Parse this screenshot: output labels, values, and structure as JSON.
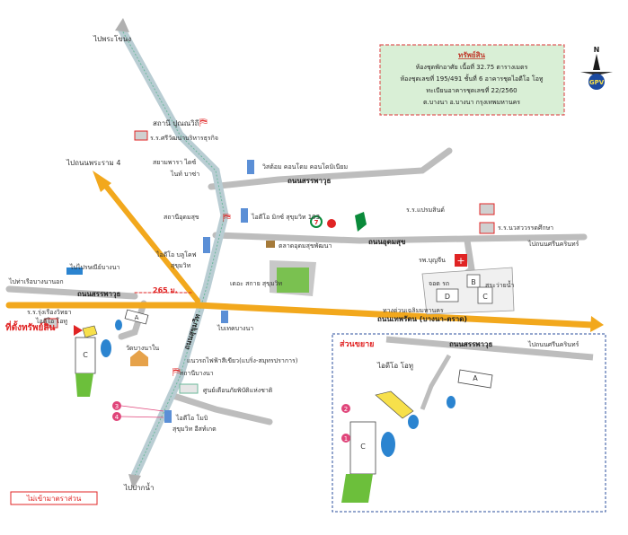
{
  "colors": {
    "main_road": "#f2a81d",
    "road_grey": "#b7b7b7",
    "bts": "#cfd8dc",
    "bts_edge": "#6bb89a",
    "water": "#2b84d0",
    "green": "#6cbf3b",
    "red": "#e02424",
    "yellow": "#f7e04b",
    "info_bg": "#d9efd6"
  },
  "info_box": {
    "title": "ทรัพย์สิน",
    "line1": "ห้องชุดพักอาศัย เนื้อที่ 32.75 ตารางเมตร",
    "line2": "ห้องชุดเลขที่ 195/491 ชั้นที่ 6 อาคารชุดไอดีโอ โอทู",
    "line3": "ทะเบียนอาคารชุดเลขที่ 22/2560",
    "line4": "ต.บางนา อ.บางนา กรุงเทพมหานคร"
  },
  "compass": {
    "north": "N",
    "brand": "GPV"
  },
  "labels": {
    "to_phra_khanong": "ไปพระโขนง",
    "punnawithi": "สถานี ปุณณวิถี",
    "srivichai": "ร.ร.ศรีวัฒนาบริหารธุรกิจ",
    "siam_pharmacy": "สยามพารา ไดซ์",
    "nine_plaza": "ไนท์ บาซ่า",
    "to_rama4": "ไปถนนพระราม 4",
    "visetsuk": "วิสต้อม คอนโดม คอนโดมิเนียม",
    "sanphawut_rd": "ถนนสรรพาวุธ",
    "udomsuk_station": "สถานีอุดมสุข",
    "ideo_mix": "ไอดีโอ มิกซ์ สุขุมวิท 103",
    "seven": "7",
    "udomsuk_market": "ตลาดอุดมสุขพัฒนา",
    "udomsuk_rd": "ถนนอุดมสุข",
    "premier_school": "ร.ร.แปรมสินด์",
    "nawa_school": "ร.ร.นวสววรรดศึกษา",
    "to_srinakarin_top": "ไปถนนศรีนครินทร์",
    "ideo_blucove": "ไอดีโอ บลูโคฟ",
    "sukhumvit": "สุขุมวิท",
    "the_park": "เดอะ สกาย สุขุมวิท",
    "hospital": "รพ.บุญจีน",
    "bangna_port": "ไปท่าเรือบางนานอก",
    "bangna_office": "ไปไปรษณีย์บางนา",
    "jogging": "จอด รถ",
    "swimming": "สระว่ายน้ำ",
    "expressway": "ทางด่วนเฉลิมมหานคร",
    "bangna_trat_rd": "ถนนเทพรัตน (บางนา-ตราด)",
    "sanphawut_rd2": "ถนนสรรพาวุธ",
    "distance": "265 ม.",
    "property_label": "ที่ตั้งทรัพย์สิน",
    "rungruang_school": "ร.ร.รุ่งเรืองวิทยา",
    "ideo_o2": "ไอดีโอ โอทู",
    "wat_bangna": "วัดบางนาใน",
    "bangna_center": "ไบเทคบางนา",
    "sukhumvit_rd": "ถนนสุขุมวิท",
    "to_srinakarin_right": "ไปถนนศรีนครินทร์",
    "purple_line": "แนวรถไฟฟ้าสีเขียว(แบริ่ง-สมุทรปราการ)",
    "bangna_station": "สถานีบางนา",
    "tmd": "ศูนย์เตือนภัยพิบัติแห่งชาติ",
    "ideo_mobi": "ไอดีโอ โมบิ",
    "sukhumvit_east": "สุขุมวิท อีสท์เกต",
    "to_paknam": "ไปปากน้ำ",
    "scale_note": "ไม่เข้ามาตราส่วน",
    "inset_title": "ส่วนขยาย",
    "inset_road": "ถนนสรรพาวุธ",
    "inset_ideo": "ไอดีโอ โอทู"
  },
  "buildings": {
    "a": "A",
    "b": "B",
    "c": "C",
    "d": "D"
  },
  "markers": {
    "m1": "1",
    "m2": "2",
    "m3": "3",
    "m4": "4"
  }
}
